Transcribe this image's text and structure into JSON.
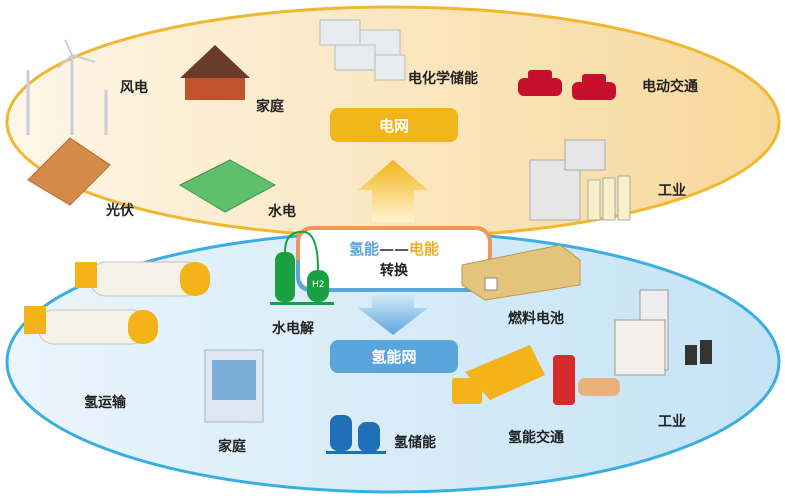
{
  "grid": {
    "title": "电网",
    "items": [
      {
        "label": "风电"
      },
      {
        "label": "家庭"
      },
      {
        "label": "电化学储能"
      },
      {
        "label": "电动交通"
      },
      {
        "label": "光伏"
      },
      {
        "label": "水电"
      },
      {
        "label": "工业"
      }
    ]
  },
  "conversion": {
    "hydrogen": "氢能",
    "dash": "——",
    "electric": "电能",
    "sub": "转换"
  },
  "hydrogen_grid": {
    "title": "氢能网",
    "items": [
      {
        "label": "水电解"
      },
      {
        "label": "燃料电池"
      },
      {
        "label": "氢运输"
      },
      {
        "label": "家庭"
      },
      {
        "label": "氢储能"
      },
      {
        "label": "氢能交通"
      },
      {
        "label": "工业"
      }
    ],
    "h2_text": "H2"
  },
  "colors": {
    "grid": "#f2b51c",
    "hydrogen": "#5aa6dc",
    "ellipse_top_border": "#f0b731",
    "ellipse_bottom_border": "#3aaee0"
  }
}
